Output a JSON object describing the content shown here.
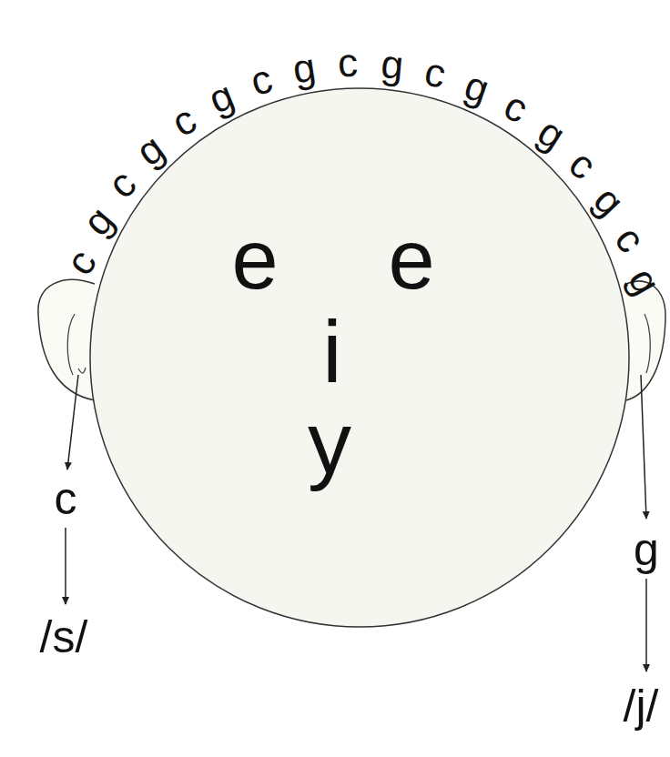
{
  "diagram": {
    "nodes": [
      {
        "text": [
          "e",
          "e",
          "i",
          "y"
        ]
      }
    ],
    "labels": [
      "c",
      "g",
      "c",
      "g",
      "c",
      "g",
      "c",
      "g",
      "c",
      "g",
      "c",
      "g",
      "c",
      "g",
      "c",
      "g",
      "c",
      "g",
      "c",
      "g",
      "/s/",
      "/j/"
    ]
  }
}
